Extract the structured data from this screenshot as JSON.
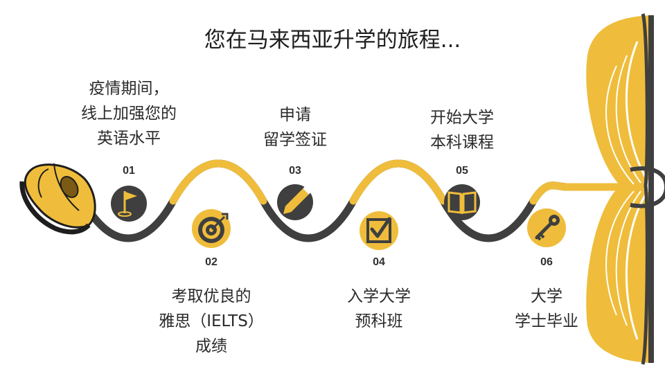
{
  "title": "您在马来西亚升学的旅程...",
  "colors": {
    "accent": "#efbd3b",
    "dark": "#3f3f3f"
  },
  "steps": [
    {
      "number": "01",
      "lines": [
        "疫情期间，",
        "线上加强您的",
        "英语水平"
      ],
      "icon": "flag-icon"
    },
    {
      "number": "02",
      "lines": [
        "考取优良的",
        "雅思（IELTS）",
        "成绩"
      ],
      "icon": "target-icon"
    },
    {
      "number": "03",
      "lines": [
        "申请",
        "留学签证"
      ],
      "icon": "pencil-icon"
    },
    {
      "number": "04",
      "lines": [
        "入学大学",
        "预科班"
      ],
      "icon": "checkbox-icon"
    },
    {
      "number": "05",
      "lines": [
        "开始大学",
        "本科课程"
      ],
      "icon": "book-icon"
    },
    {
      "number": "06",
      "lines": [
        "大学",
        "学士毕业"
      ],
      "icon": "key-icon"
    }
  ],
  "decorations": {
    "start": "computer-mouse-icon",
    "end": "open-book-icon"
  }
}
